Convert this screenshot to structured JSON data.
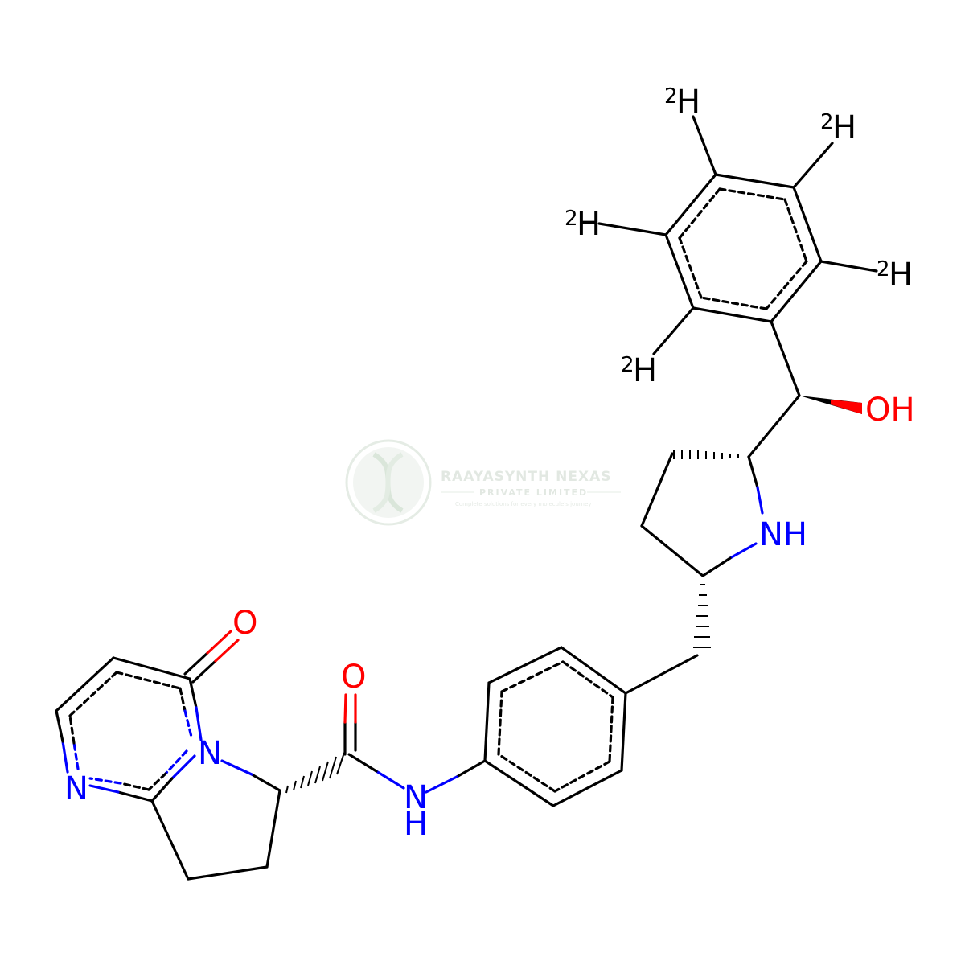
{
  "colors": {
    "bond": "#000000",
    "nitrogen": "#0000ff",
    "oxygen": "#ff0000",
    "watermark": "#d9e6d9"
  },
  "atoms": {
    "d_top": {
      "iso": "2",
      "el": "H"
    },
    "d_top_right": {
      "iso": "2",
      "el": "H"
    },
    "d_left": {
      "iso": "2",
      "el": "H"
    },
    "d_right": {
      "iso": "2",
      "el": "H"
    },
    "d_bottom": {
      "iso": "2",
      "el": "H"
    },
    "hydroxyl": "OH",
    "pyrrolidine_nh": "NH",
    "ketone_o": "O",
    "amide_o": "O",
    "amide_n": "N",
    "amide_h": "H",
    "ring_n_bridge": "N",
    "ring_n": "N"
  },
  "watermark": {
    "title": "RAAYASYNTH NEXAS",
    "subtitle": "PRIVATE LIMITED",
    "tagline": "Complete solutions for every molecule's journey",
    "logo": "dna-helix-logo-icon"
  }
}
